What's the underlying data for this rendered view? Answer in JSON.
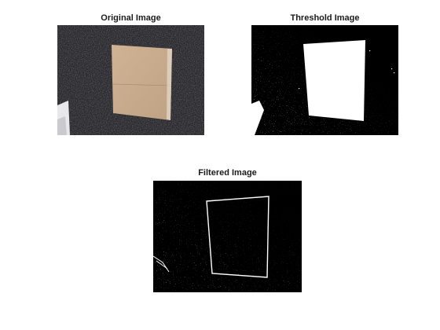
{
  "figure": {
    "background": "#ffffff",
    "panels": [
      {
        "id": "original",
        "title": "Original Image",
        "content": "photo of a cardboard sheet lying on a dark carpet",
        "colors": {
          "carpet": "#2a2a2d",
          "cardboard": "#c7ab8c",
          "paper": "#eeeeee"
        }
      },
      {
        "id": "threshold",
        "title": "Threshold Image",
        "content": "binary mask: white cardboard region on black",
        "colors": {
          "foreground": "#ffffff",
          "background": "#000000"
        }
      },
      {
        "id": "filtered",
        "title": "Filtered Image",
        "content": "edge map: white outline of cardboard on black",
        "colors": {
          "foreground": "#ffffff",
          "background": "#000000"
        }
      }
    ]
  }
}
